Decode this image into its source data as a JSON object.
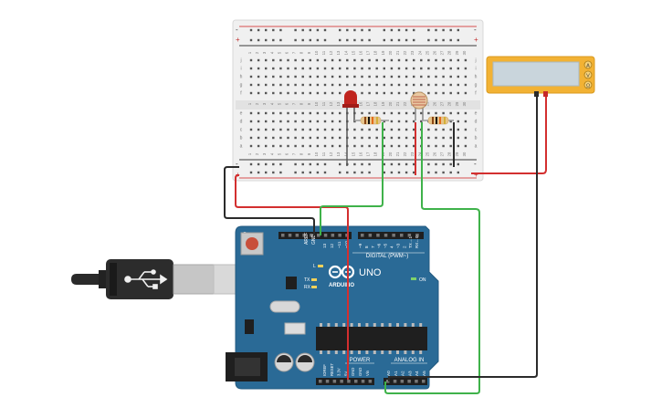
{
  "breadboard": {
    "rail_plus": "+",
    "rail_minus": "-",
    "column_numbers": [
      "1",
      "2",
      "3",
      "4",
      "5",
      "6",
      "7",
      "8",
      "9",
      "10",
      "11",
      "12",
      "13",
      "14",
      "15",
      "16",
      "17",
      "18",
      "19",
      "20",
      "21",
      "22",
      "23",
      "24",
      "25",
      "26",
      "27",
      "28",
      "29",
      "30"
    ],
    "row_letters_top": [
      "j",
      "i",
      "h",
      "g",
      "f"
    ],
    "row_letters_bottom": [
      "e",
      "d",
      "c",
      "b",
      "a"
    ]
  },
  "multimeter": {
    "mode_a": "A",
    "mode_v": "V",
    "mode_r": "Ω",
    "display_value": ""
  },
  "arduino": {
    "logo_text": "ARDUINO",
    "uno_text": "UNO",
    "digital_label": "DIGITAL (PWM~)",
    "power_label": "POWER",
    "analog_label": "ANALOG IN",
    "on_label": "ON",
    "l_label": "L",
    "tx_label": "TX",
    "rx_label": "RX",
    "aref_label": "AREF",
    "gnd_label": "GND",
    "digital_pins": [
      "13",
      "12",
      "~11",
      "~10",
      "~9",
      "8",
      "7",
      "~6",
      "~5",
      "4",
      "~3",
      "2",
      "TX→1",
      "RX←0"
    ],
    "power_pins": [
      "IOREF",
      "RESET",
      "3.3V",
      "5V",
      "GND",
      "GND",
      "Vin"
    ],
    "analog_pins": [
      "A0",
      "A1",
      "A2",
      "A3",
      "A4",
      "A5"
    ]
  },
  "wire_colors": {
    "red": "#d32f2f",
    "black": "#2b2b2b",
    "green": "#3fb24a"
  },
  "accent_colors": {
    "board_blue": "#2a6a96",
    "multimeter_yellow": "#f2b234",
    "lcd": "#c9d5dc"
  }
}
